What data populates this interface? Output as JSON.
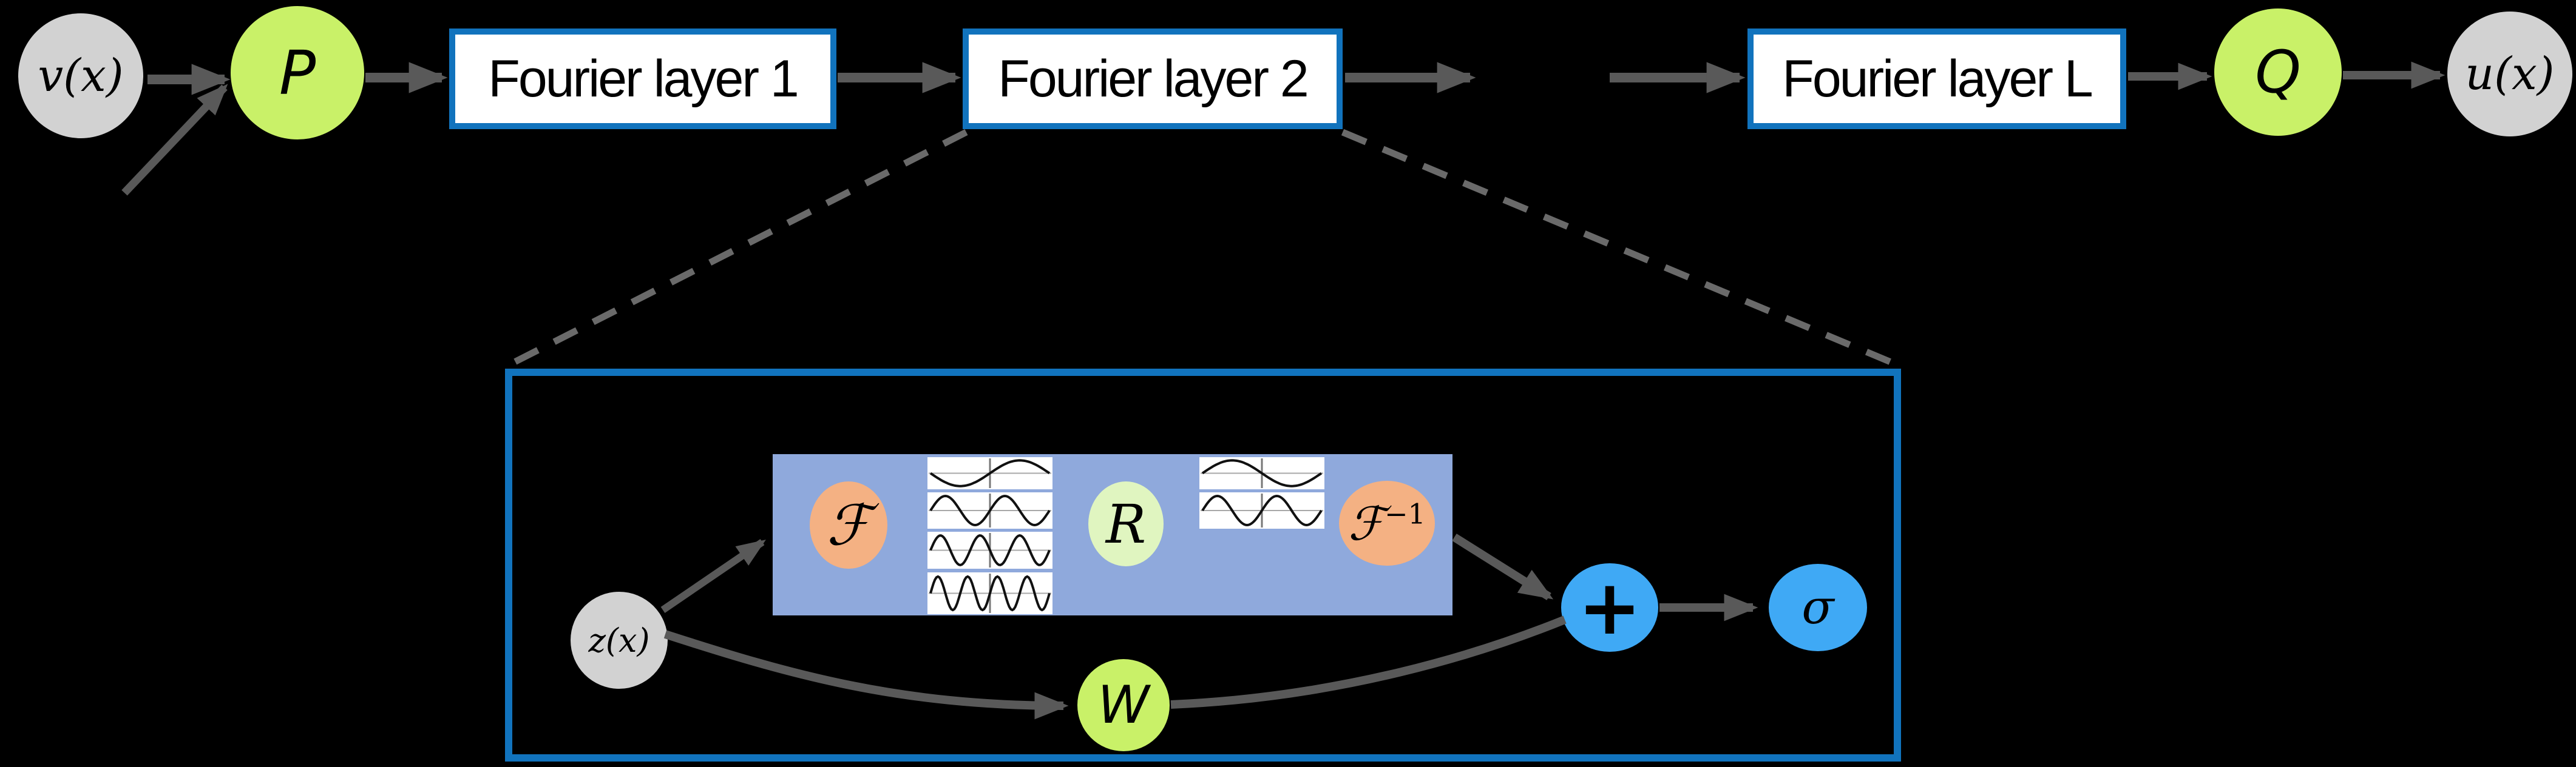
{
  "nodes": {
    "input": "v(x)",
    "lifting": "P",
    "fourier_layers": [
      "Fourier layer 1",
      "Fourier layer 2",
      "Fourier layer L"
    ],
    "projection": "Q",
    "output": "u(x)"
  },
  "detail": {
    "input": "z(x)",
    "fourier_transform": "ℱ",
    "spectral_weights": "R",
    "inverse_fourier_base": "ℱ",
    "inverse_fourier_sup": "−1",
    "local_transform": "W",
    "sum": "+",
    "activation": "σ"
  },
  "waves": {
    "left_column": [
      {
        "cycles": 1,
        "phase": 0.5
      },
      {
        "cycles": 2,
        "phase": 0
      },
      {
        "cycles": 3,
        "phase": 0
      },
      {
        "cycles": 4,
        "phase": 0
      }
    ],
    "right_column": [
      {
        "cycles": 1,
        "phase": 0
      },
      {
        "cycles": 2,
        "phase": 0
      }
    ]
  },
  "colors": {
    "background": "#000000",
    "node_gray": "#d2d2d2",
    "node_green": "#c9f168",
    "node_green_pale": "#e0f5c0",
    "node_orange": "#f4b183",
    "node_blue": "#3fa9f5",
    "panel_blue": "#8fa9dc",
    "border_blue": "#1173bd",
    "arrow_gray": "#595959",
    "dash_gray": "#6a6a6a",
    "wave_line": "#111111",
    "wave_axis_h": "#a8a8a8",
    "wave_axis_v": "#777777"
  }
}
